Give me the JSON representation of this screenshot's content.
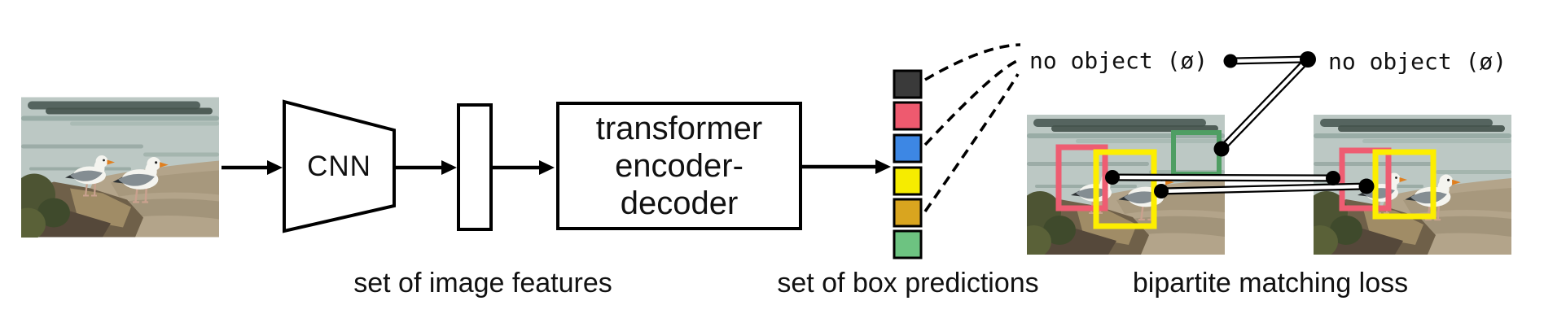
{
  "figure": {
    "cnn_label": "CNN",
    "transformer_label": "transformer\nencoder-\ndecoder",
    "caption_image_features": "set of image features",
    "caption_box_predictions": "set of box predictions",
    "caption_matching_loss": "bipartite matching loss",
    "no_object_left": "no object (ø)",
    "no_object_right": "no object (ø)"
  },
  "prediction_squares": {
    "colors": [
      "#3a3a3a",
      "#ee5a6f",
      "#3d87e4",
      "#f6ec00",
      "#d9a51f",
      "#6dc381"
    ]
  },
  "matched_boxes": {
    "red": "#ee5d72",
    "yellow": "#fdee00",
    "green": "#4f9e63"
  },
  "line_color": "#000000"
}
